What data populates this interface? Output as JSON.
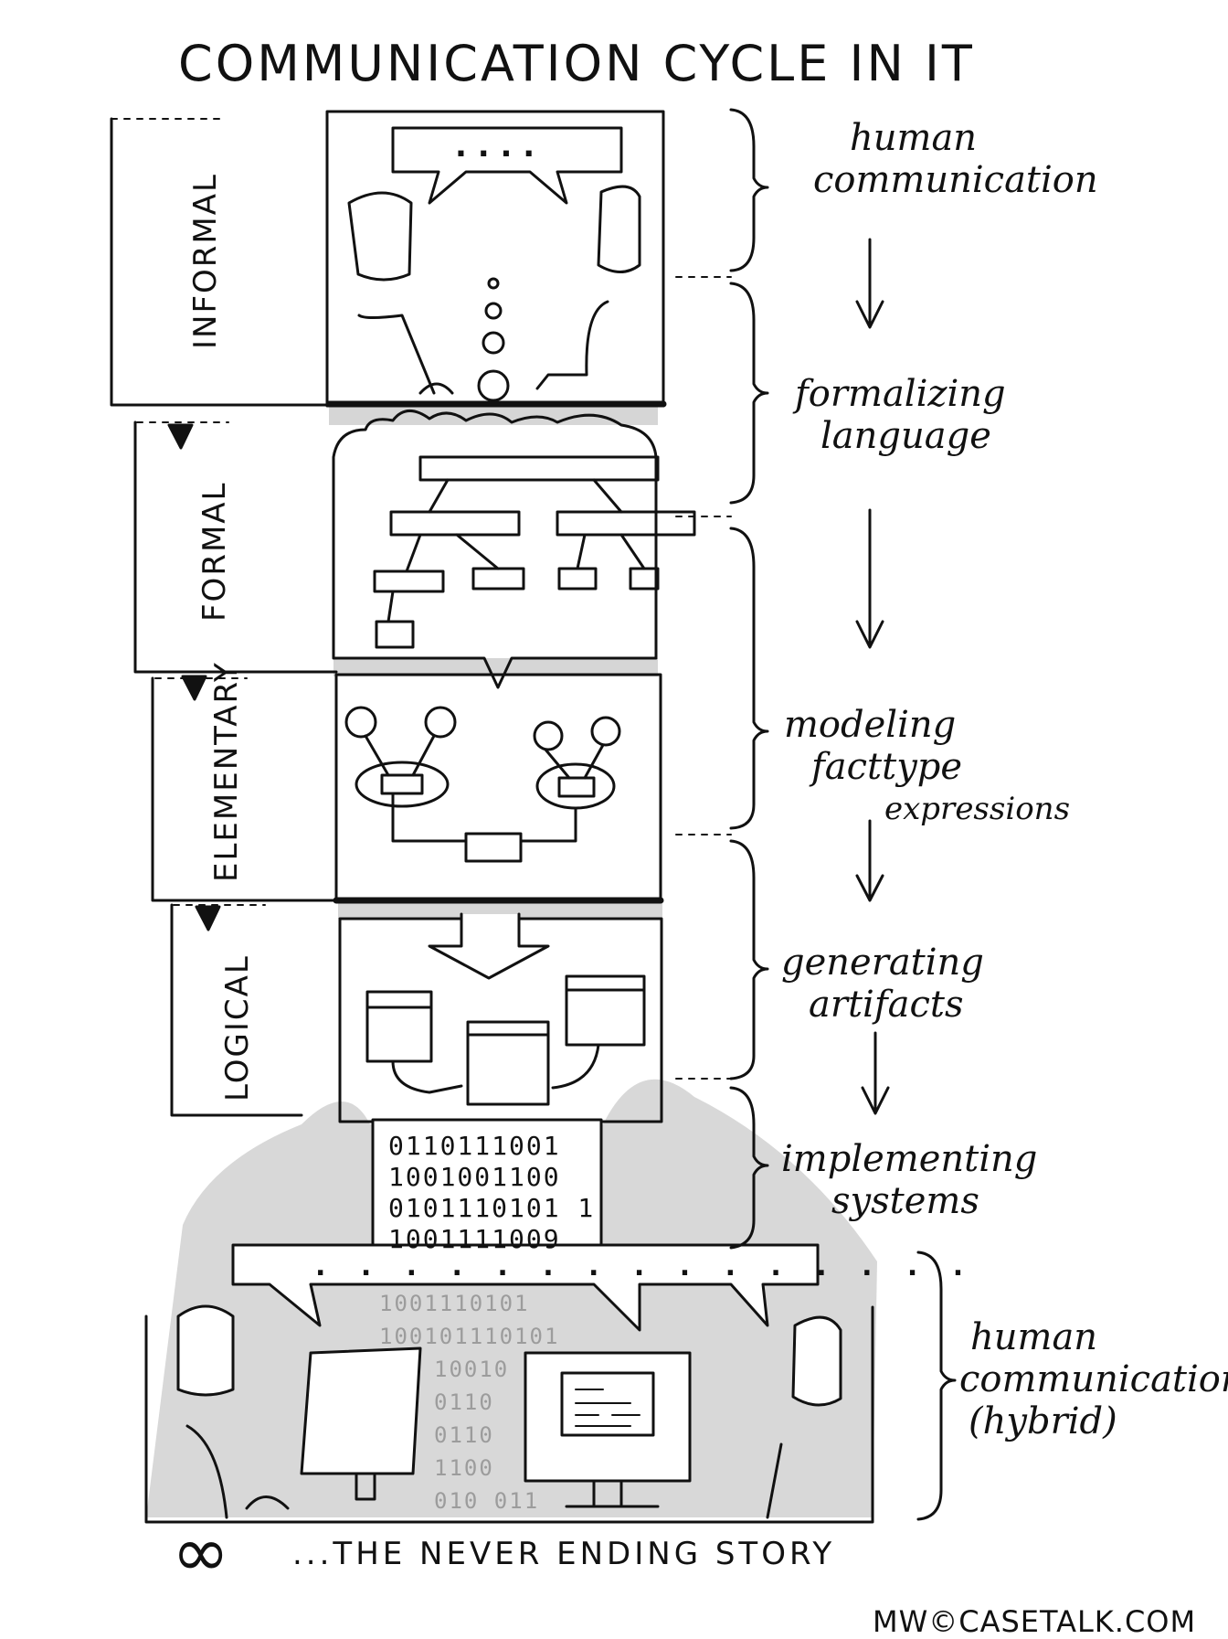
{
  "title": "COMMUNICATION CYCLE IN IT",
  "levels": {
    "informal": "INFORMAL",
    "formal": "FORMAL",
    "elementary": "ELEMENTARY",
    "logical": "LOGICAL"
  },
  "stages": {
    "human_communication": [
      "human",
      "communication"
    ],
    "formalizing_language": [
      "formalizing",
      "language"
    ],
    "modeling_facttype": [
      "modeling",
      "facttype",
      "expressions"
    ],
    "generating_artifacts": [
      "generating",
      "artifacts"
    ],
    "implementing_systems": [
      "implementing",
      "systems"
    ],
    "human_communication_hybrid": [
      "human",
      "communication",
      "(hybrid)"
    ]
  },
  "binary_block": [
    "0110111001",
    "1001001100",
    "0101110101 1",
    "1001111009"
  ],
  "binary_faint": [
    "1001110101",
    "100101110101",
    "10010",
    "0110",
    "0110",
    "1100",
    "010 011"
  ],
  "speech_dots": ". . . .",
  "footer": {
    "infinity_symbol": "∞",
    "text": "...THE NEVER ENDING STORY"
  },
  "credit": "MW©CASETALK.COM"
}
